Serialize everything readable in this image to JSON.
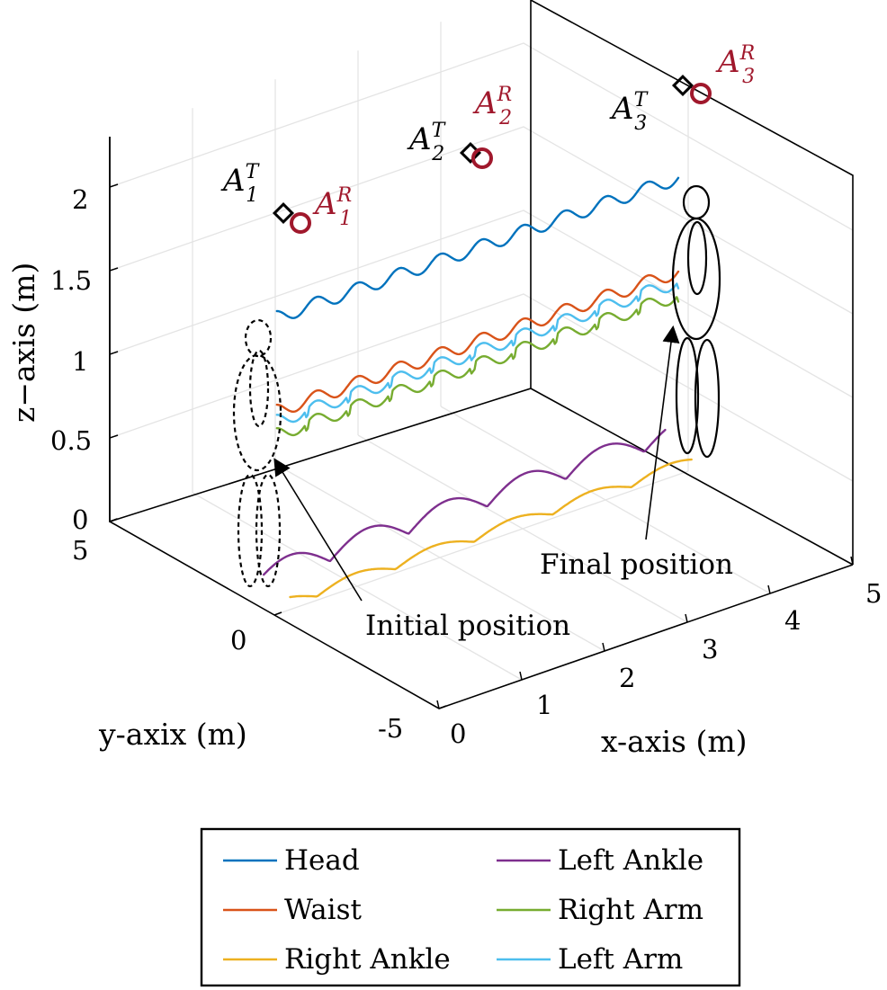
{
  "chart_data": {
    "type": "line",
    "title": "",
    "xlabel": "x-axis (m)",
    "ylabel": "y-axix (m)",
    "zlabel": "z−axis (m)",
    "x_ticks": [
      "0",
      "1",
      "2",
      "3",
      "4",
      "5"
    ],
    "y_ticks": [
      "-5",
      "0",
      "5"
    ],
    "z_ticks": [
      "0",
      "0.5",
      "1",
      "1.5",
      "2"
    ],
    "xlim": [
      0,
      5
    ],
    "ylim": [
      -5,
      5
    ],
    "zlim": [
      0,
      2.3
    ],
    "grid": true,
    "legend_position": "bottom",
    "series": [
      {
        "name": "Head",
        "color": "#0072bd",
        "z_mean": 1.72,
        "amplitude": 0.04,
        "pattern": "sinusoid"
      },
      {
        "name": "Waist",
        "color": "#d95319",
        "z_mean": 1.16,
        "amplitude": 0.04,
        "pattern": "sinusoid"
      },
      {
        "name": "Right Ankle",
        "color": "#edb120",
        "z_mean": 0.04,
        "amplitude": 0.06,
        "pattern": "steps"
      },
      {
        "name": "Left Ankle",
        "color": "#7e2f8e",
        "z_mean": 0.08,
        "amplitude": 0.12,
        "pattern": "steps"
      },
      {
        "name": "Right Arm",
        "color": "#77ac30",
        "z_mean": 1.02,
        "amplitude": 0.04,
        "pattern": "swing"
      },
      {
        "name": "Left Arm",
        "color": "#4dbeee",
        "z_mean": 1.1,
        "amplitude": 0.04,
        "pattern": "swing"
      }
    ],
    "anchors": [
      {
        "tx_label": "A",
        "tx_sub": "1",
        "tx_sup": "T",
        "rx_label": "A",
        "rx_sub": "1",
        "rx_sup": "R"
      },
      {
        "tx_label": "A",
        "tx_sub": "2",
        "tx_sup": "T",
        "rx_label": "A",
        "rx_sub": "2",
        "rx_sup": "R"
      },
      {
        "tx_label": "A",
        "tx_sub": "3",
        "tx_sup": "T",
        "rx_label": "A",
        "rx_sub": "3",
        "rx_sup": "R"
      }
    ],
    "annotations": [
      "Initial position",
      "Final position"
    ],
    "anchor_colors": {
      "tx": "#000000",
      "rx": "#a0182c"
    }
  }
}
